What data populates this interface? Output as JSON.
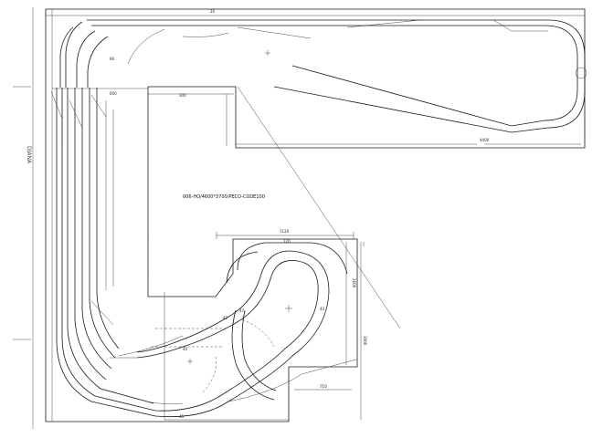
{
  "drawing": {
    "spec_note": "006-HO/4600*3700/PECO-CODE100",
    "left_margin_mark": "DIANA",
    "dimensions": {
      "d1120": "1120",
      "d120": "120",
      "d1600": "1600",
      "d3000": "3000",
      "d300": "300",
      "d600": "600",
      "d710": "710",
      "d4400": "4400"
    },
    "small_labels": {
      "l10": "10",
      "l40": "40",
      "l60": "60",
      "l42": "42",
      "l43": "43",
      "l45": "45",
      "l47": "47"
    }
  }
}
